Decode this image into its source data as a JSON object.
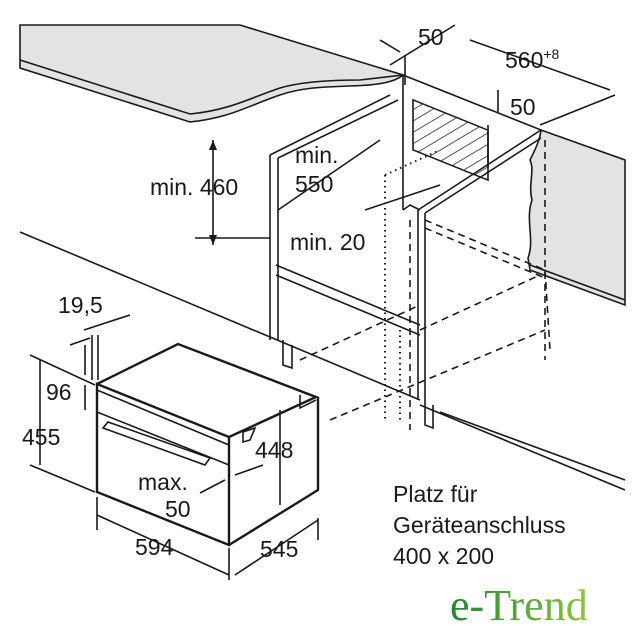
{
  "dimensions": {
    "gap_top": "50",
    "niche_width": "560",
    "niche_width_tolerance": "+8",
    "vent_height": "50",
    "min_height_label": "min. 460",
    "min_depth_line1": "min.",
    "min_depth_line2": "550",
    "min_gap_label": "min. 20",
    "front_offset": "19,5",
    "panel_height": "96",
    "appliance_height": "455",
    "body_height": "448",
    "max_label": "max.",
    "max_value": "50",
    "appliance_width": "594",
    "appliance_depth": "545"
  },
  "note": {
    "line1": "Platz für",
    "line2": "Geräteanschluss",
    "line3": "400 x 200"
  },
  "logo": {
    "text": "e-Trend",
    "color_dark": "#1e8a2e",
    "color_light": "#8cc63f"
  },
  "colors": {
    "countertop": "#e3e3e3",
    "line": "#1a1a1a"
  }
}
